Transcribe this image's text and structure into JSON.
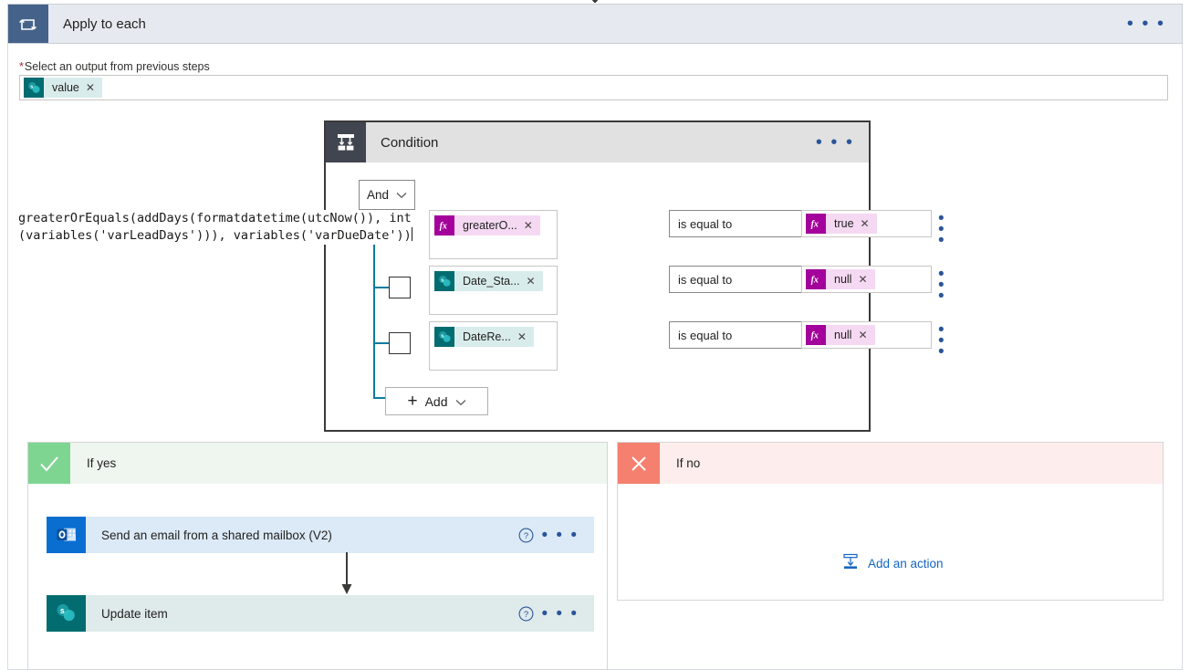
{
  "apply_to_each": {
    "icon": "loop-icon",
    "title": "Apply to each",
    "menu": "• • •",
    "field_label": "Select an output from previous steps",
    "required_marker": "*",
    "output_token": {
      "icon": "sharepoint-icon",
      "label": "value",
      "remove": "✕"
    }
  },
  "expression_editor": {
    "line1": "greaterOrEquals(addDays(formatdatetime(utcNow()), int",
    "line2": "(variables('varLeadDays'))), variables('varDueDate'))"
  },
  "condition": {
    "icon": "condition-icon",
    "title": "Condition",
    "menu": "• • •",
    "logic_operator": {
      "value": "And",
      "chevron": "chevron-down-icon"
    },
    "rows": [
      {
        "checkbox": false,
        "left": {
          "type": "fx",
          "icon": "fx-icon",
          "label": "greaterO...",
          "remove": "✕"
        },
        "operator": "is equal to",
        "right": {
          "type": "fx",
          "icon": "fx-icon",
          "label": "true",
          "remove": "✕"
        },
        "menu": "• • •"
      },
      {
        "checkbox": false,
        "left": {
          "type": "sharepoint",
          "icon": "sharepoint-icon",
          "label": "Date_Sta...",
          "remove": "✕"
        },
        "operator": "is equal to",
        "right": {
          "type": "fx",
          "icon": "fx-icon",
          "label": "null",
          "remove": "✕"
        },
        "menu": "• • •"
      },
      {
        "checkbox": false,
        "left": {
          "type": "sharepoint",
          "icon": "sharepoint-icon",
          "label": "DateRe...",
          "remove": "✕"
        },
        "operator": "is equal to",
        "right": {
          "type": "fx",
          "icon": "fx-icon",
          "label": "null",
          "remove": "✕"
        },
        "menu": "• • •"
      }
    ],
    "add_button": {
      "plus": "+",
      "label": "Add",
      "chevron": "chevron-down-icon"
    }
  },
  "branch_yes": {
    "badge": "check-icon",
    "label": "If yes",
    "actions": [
      {
        "icon": "outlook-icon",
        "name": "Send an email from a shared mailbox (V2)",
        "help": "?",
        "menu": "• • •"
      },
      {
        "icon": "sharepoint-icon",
        "name": "Update item",
        "help": "?",
        "menu": "• • •"
      }
    ]
  },
  "branch_no": {
    "badge": "close-icon",
    "label": "If no",
    "add_action": {
      "icon": "insert-action-icon",
      "label": "Add an action"
    }
  },
  "colors": {
    "apply_to_each_icon_bg": "#44628a",
    "apply_to_each_bg": "#e6eaf0",
    "condition_icon_bg": "#414550",
    "condition_header_bg": "#e1e1e1",
    "sharepoint_teal": "#036c70",
    "fx_magenta": "#a4009b",
    "fx_chip_bg": "#f5d9f3",
    "sp_chip_bg": "#d9ecec",
    "tree_line": "#0f7b9f",
    "yes_badge": "#7ed592",
    "yes_panel": "#eff6ef",
    "no_badge": "#f58070",
    "no_panel": "#fdeeed",
    "outlook_blue": "#0a6ed1",
    "link_blue": "#1565c0"
  }
}
